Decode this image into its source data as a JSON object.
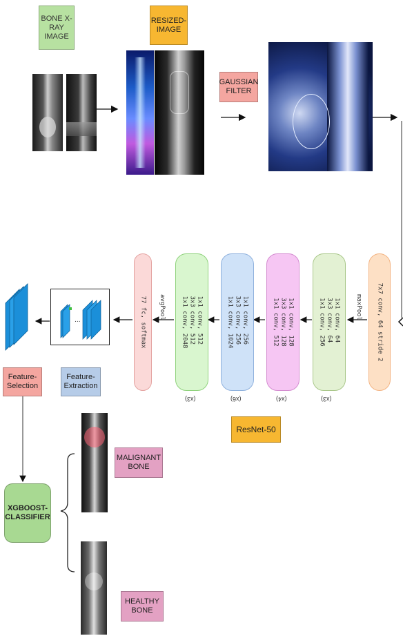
{
  "labels": {
    "bone_xray": "BONE X-\nRAY\nIMAGE",
    "resized": "RESIZED-\nIMAGE",
    "gaussian": "GAUSSIAN\nFILTER",
    "resnet": "ResNet-50",
    "feature_selection": "Feature-\nSelection",
    "feature_extraction": "Feature-\nExtraction",
    "xgboost": "XGBOOST-\nCLASSIFIER",
    "malignant": "MALIGNANT\nBONE",
    "healthy": "HEALTHY\nBONE"
  },
  "resnet_blocks": [
    {
      "text": "7x7 conv, 64 stride 2"
    },
    {
      "text": "1x1 conv, 64\n3x3 conv, 64\n1x1 conv, 256",
      "rep": "(x3)"
    },
    {
      "text": "1x1 conv, 128\n3x3 conv, 128\n1x1 conv, 512",
      "rep": "(x4)"
    },
    {
      "text": "1x1 conv, 256\n3x3 conv, 256\n1x1 conv, 1024",
      "rep": "(x6)"
    },
    {
      "text": "1x1 conv, 512\n3x3 conv, 512\n1x1 conv, 2048",
      "rep": "(x3)"
    },
    {
      "text": "77 fc, softmax"
    }
  ],
  "pool_labels": {
    "maxpool": "maxPool",
    "avgpool": "avgPool"
  },
  "colors": {
    "block_orange": "#fde0c5",
    "block_green": "#e3f1d3",
    "block_pink": "#f6c6f3",
    "block_blue": "#cfe2f8",
    "block_lightgreen": "#d9f6cf",
    "block_salmon": "#fbd9d8",
    "feature_blue": "#1b8fd9"
  }
}
